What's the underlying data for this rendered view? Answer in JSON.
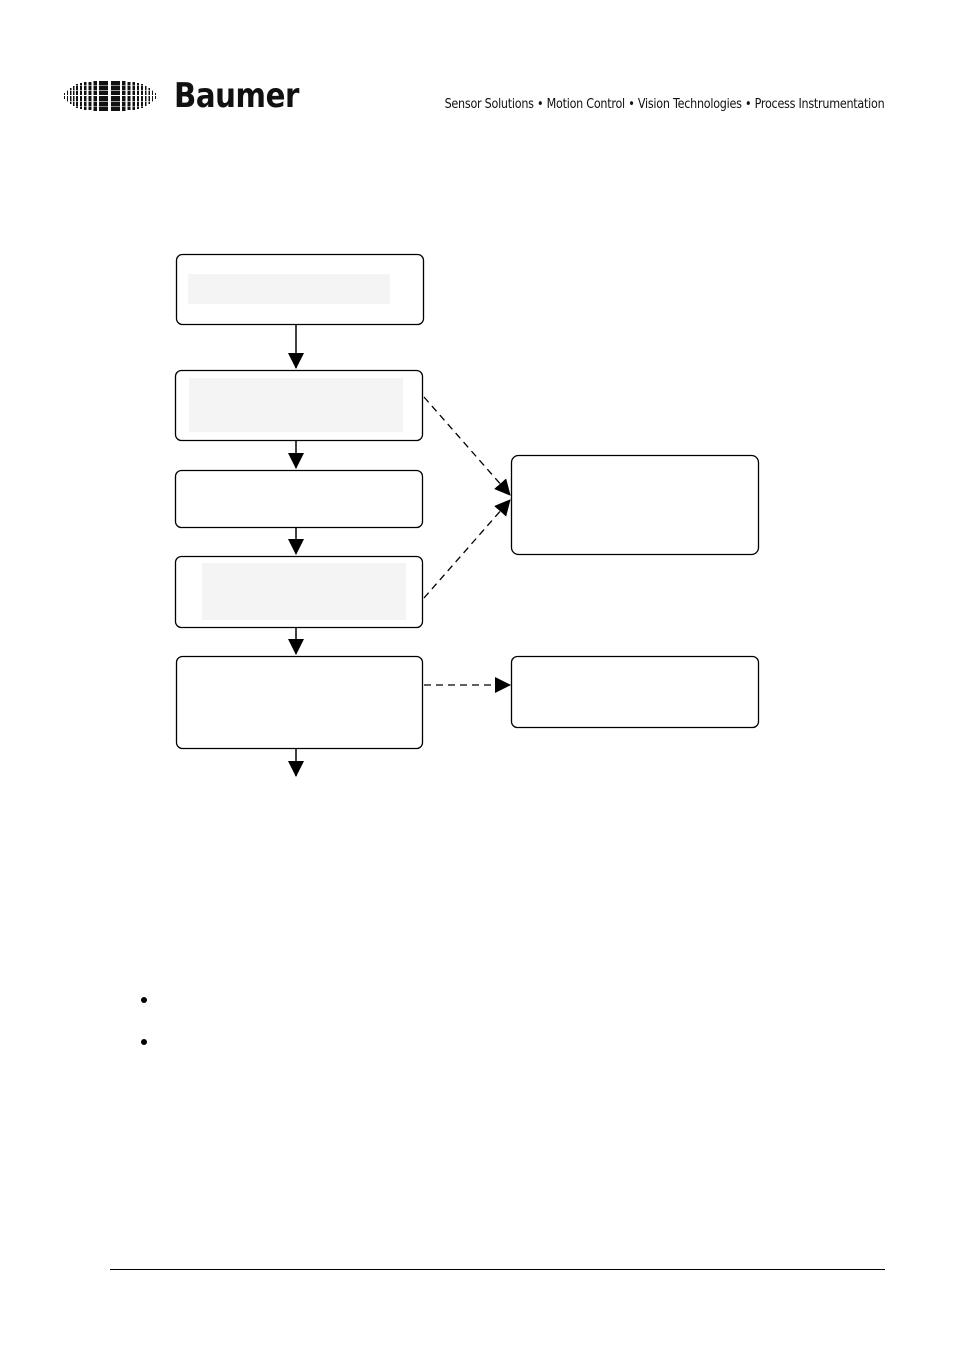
{
  "header": {
    "brand_name": "Baumer",
    "tagline": "Sensor Solutions • Motion Control • Vision Technologies • Process Instrumentation"
  },
  "flowchart": {
    "nodes": [
      {
        "id": "step-1",
        "label": ""
      },
      {
        "id": "step-2",
        "label": ""
      },
      {
        "id": "step-3",
        "label": ""
      },
      {
        "id": "step-4",
        "label": ""
      },
      {
        "id": "step-5",
        "label": ""
      },
      {
        "id": "side-1",
        "label": ""
      },
      {
        "id": "side-2",
        "label": ""
      }
    ]
  },
  "bullets": [
    {
      "text": ""
    },
    {
      "text": ""
    }
  ]
}
